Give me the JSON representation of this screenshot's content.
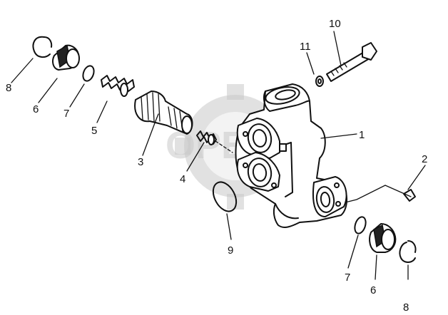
{
  "diagram": {
    "watermark": "OPEX",
    "callouts": [
      {
        "id": "c8a",
        "label": "8"
      },
      {
        "id": "c6a",
        "label": "6"
      },
      {
        "id": "c7a",
        "label": "7"
      },
      {
        "id": "c5",
        "label": "5"
      },
      {
        "id": "c3",
        "label": "3"
      },
      {
        "id": "c4",
        "label": "4"
      },
      {
        "id": "c11",
        "label": "11"
      },
      {
        "id": "c10",
        "label": "10"
      },
      {
        "id": "c1",
        "label": "1"
      },
      {
        "id": "c2",
        "label": "2"
      },
      {
        "id": "c9",
        "label": "9"
      },
      {
        "id": "c7b",
        "label": "7"
      },
      {
        "id": "c6b",
        "label": "6"
      },
      {
        "id": "c8b",
        "label": "8"
      }
    ]
  }
}
